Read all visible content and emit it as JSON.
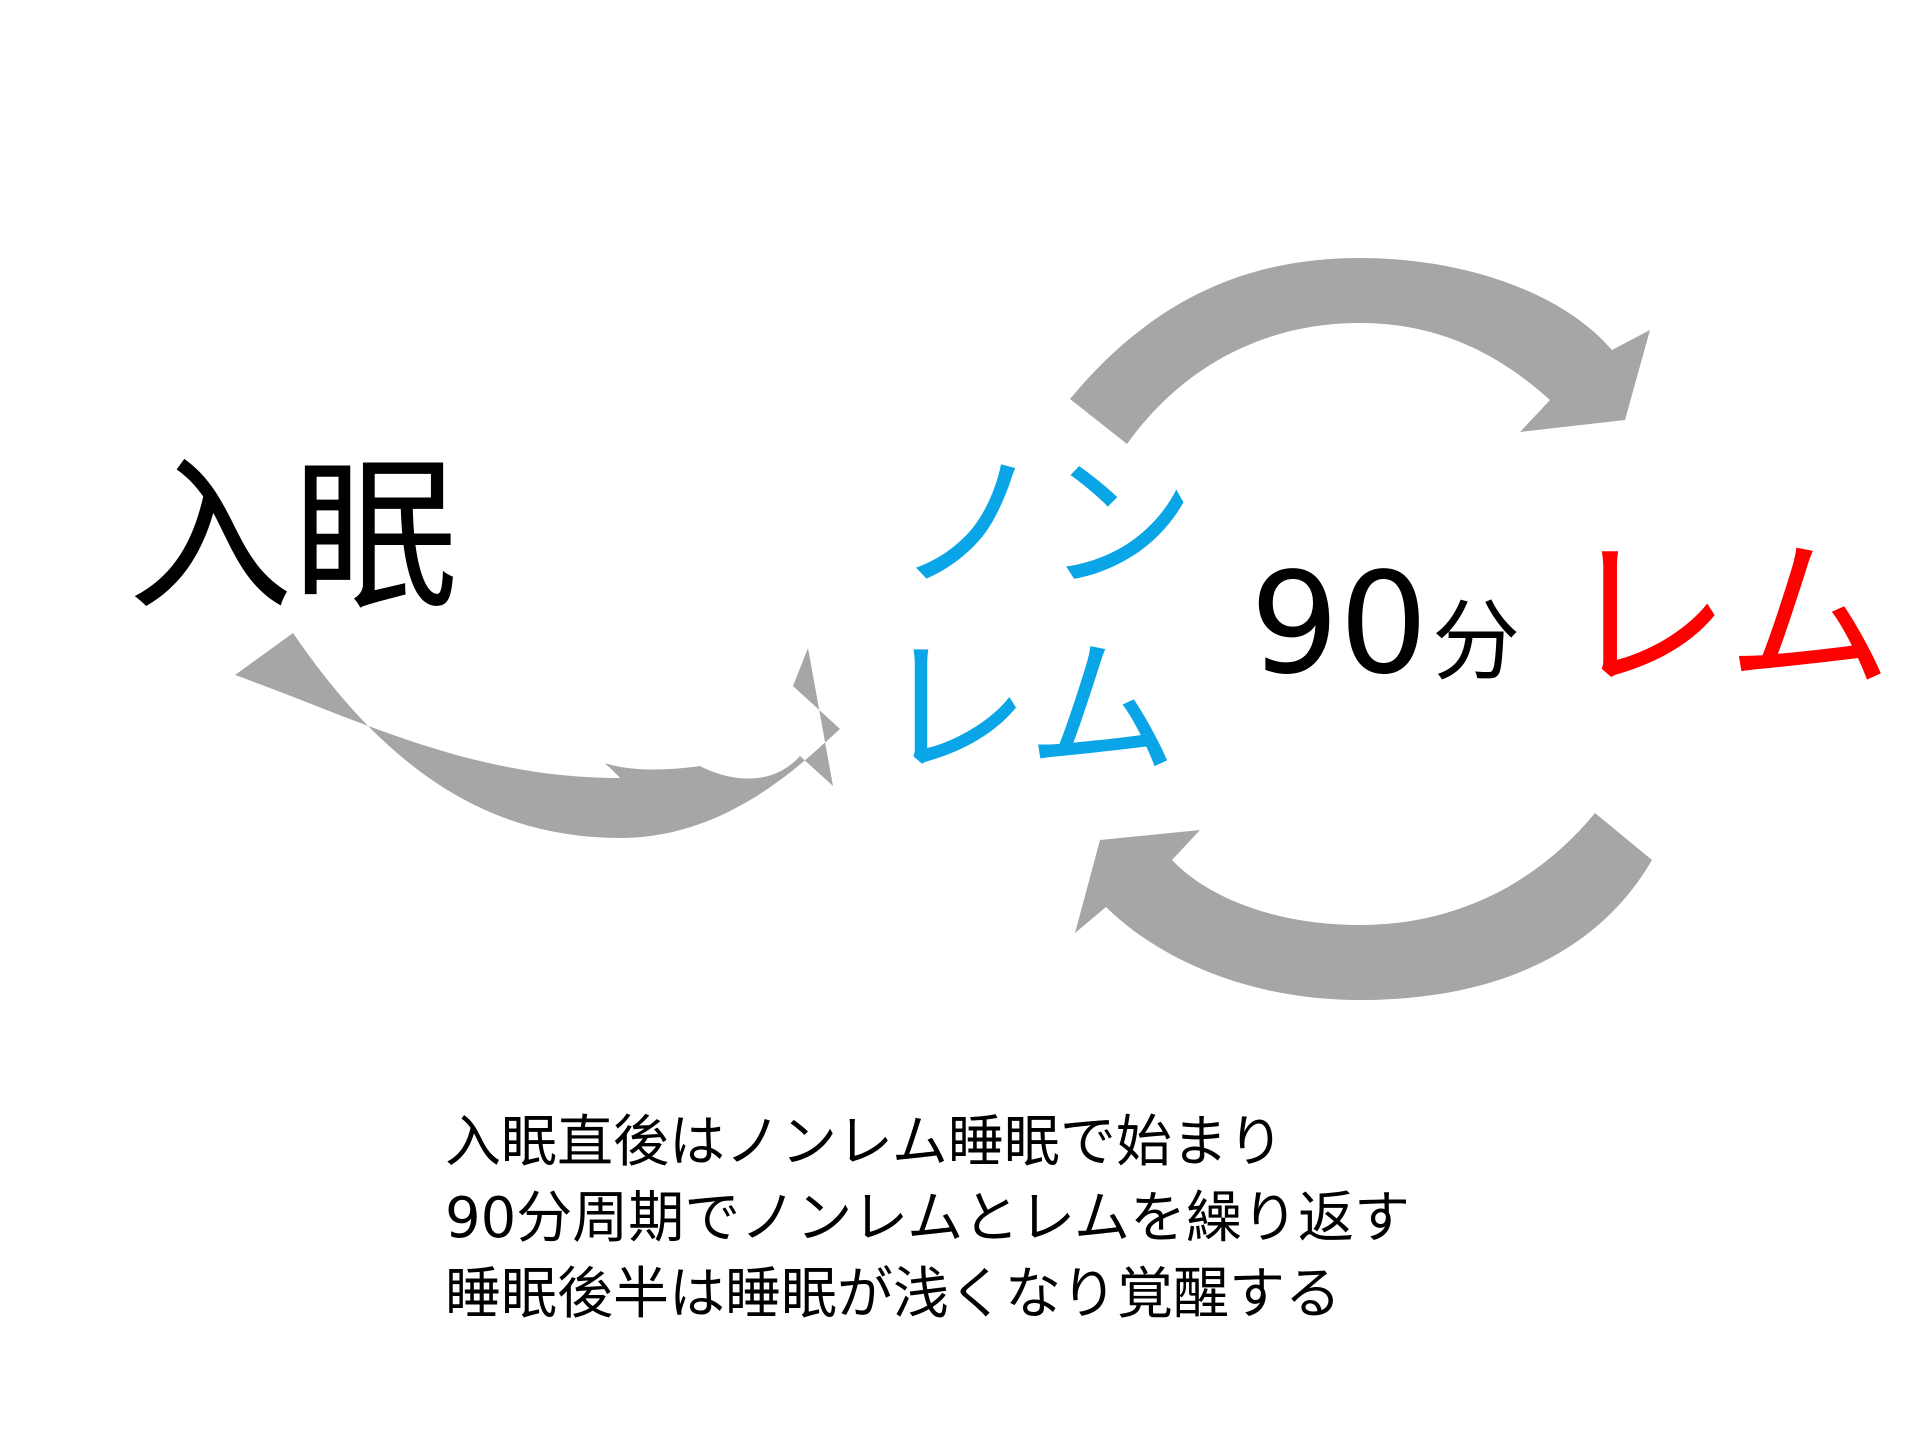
{
  "labels": {
    "sleep_onset": "入眠",
    "nonrem_line1": "ノン",
    "nonrem_line2": "レム",
    "cycle_number": "90",
    "cycle_unit": "分",
    "rem": "レム"
  },
  "caption": {
    "line1": "入眠直後はノンレム睡眠で始まり",
    "line2": "90分周期でノンレムとレムを繰り返す",
    "line3": "睡眠後半は睡眠が浅くなり覚醒する"
  },
  "colors": {
    "nonrem": "#0aa5e6",
    "rem": "#ff0000",
    "arrow": "#a6a6a6",
    "text": "#000000"
  }
}
